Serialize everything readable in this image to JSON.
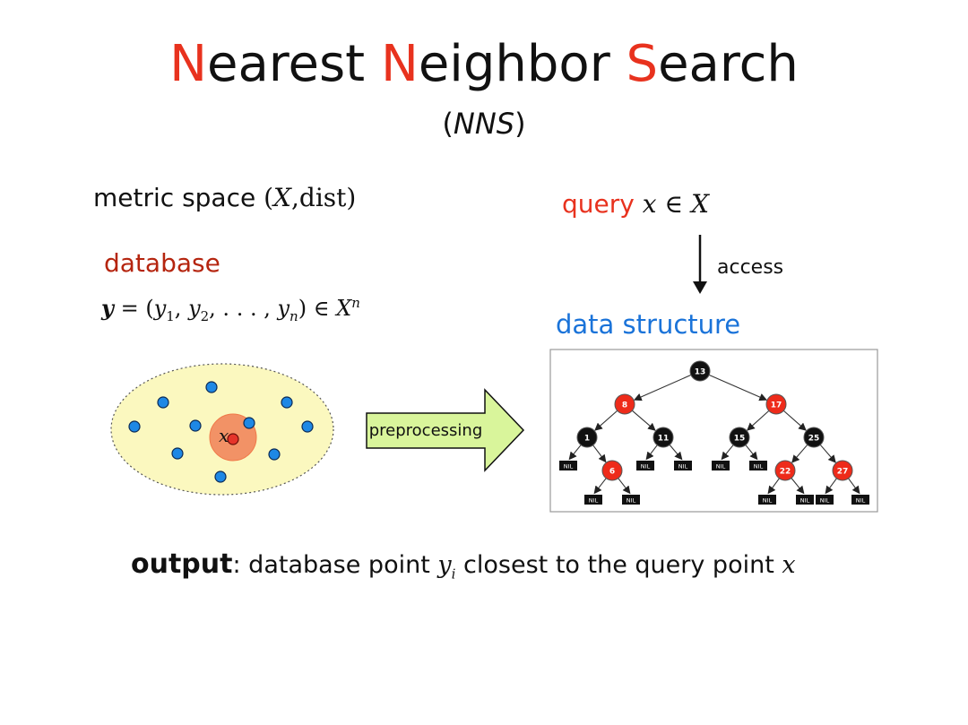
{
  "title": {
    "w1_cap": "N",
    "w1_rest": "earest ",
    "w2_cap": "N",
    "w2_rest": "eighbor ",
    "w3_cap": "S",
    "w3_rest": "earch"
  },
  "subtitle": {
    "open": "(",
    "abbr": "NNS",
    "close": ")"
  },
  "metric": {
    "label": "metric space ",
    "open": "(",
    "X": "X",
    "sep": ",",
    "dist": "dist",
    "close": ")"
  },
  "database": {
    "label": "database",
    "y": "y",
    "eq": " = (",
    "y1": "y",
    "s1": "1",
    "c1": ", ",
    "y2": "y",
    "s2": "2",
    "c2": ", . . . , ",
    "yn": "y",
    "sn": "n",
    "close": ") ∈ ",
    "X": "X",
    "exp": "n"
  },
  "query": {
    "label": "query",
    "x": "x",
    "in": " ∈ ",
    "X": "X"
  },
  "access": "access",
  "data_structure": "data structure",
  "preprocessing": "preprocessing",
  "query_point_label": "x",
  "tree": {
    "nodes": [
      {
        "label": "13",
        "color": "black"
      },
      {
        "label": "8",
        "color": "red"
      },
      {
        "label": "17",
        "color": "red"
      },
      {
        "label": "1",
        "color": "black"
      },
      {
        "label": "11",
        "color": "black"
      },
      {
        "label": "15",
        "color": "black"
      },
      {
        "label": "25",
        "color": "black"
      },
      {
        "label": "6",
        "color": "red"
      },
      {
        "label": "22",
        "color": "red"
      },
      {
        "label": "27",
        "color": "red"
      }
    ],
    "nil_label": "NIL"
  },
  "output": {
    "bold": "output",
    "colon": ":",
    "t1": " database point ",
    "y": "y",
    "i": "i",
    "t2": " closest to the query point ",
    "x": "x"
  },
  "colors": {
    "accent_red": "#e8321e",
    "database_red": "#b5250f",
    "blue": "#1a73d9",
    "node_black": "#111111",
    "node_red": "#ee2b1a",
    "ellipse_fill": "#fbf8bf",
    "arrow_fill": "#d9f59b",
    "point_blue": "#1e88e5"
  }
}
